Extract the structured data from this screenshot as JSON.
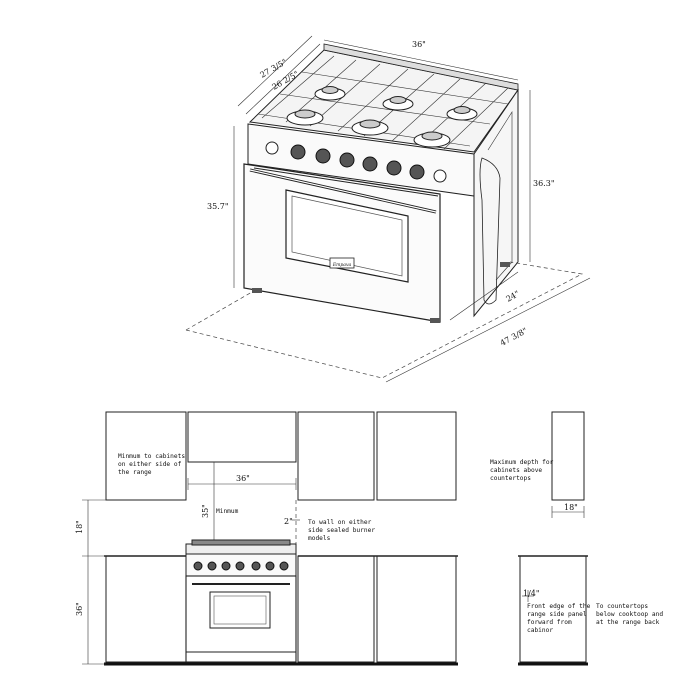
{
  "top_view": {
    "dim_width": "36\"",
    "dim_depth_outer": "27 3/5\"",
    "dim_depth_inner": "26 2/5\"",
    "dim_height_right": "36.3\"",
    "dim_height_left": "35.7\"",
    "dim_side_depth": "24\"",
    "dim_diagonal": "47 3/8\"",
    "brand": "Empava"
  },
  "bottom_left": {
    "dim_cabinet_gap": "36\"",
    "dim_clearance_min": "35\"",
    "label_min": "Minmum",
    "dim_side_wall": "2\"",
    "dim_upper_height": "18\"",
    "dim_counter_height": "36\"",
    "note_cabinets": [
      "Minmum to cabinets",
      "on either side of",
      "the range"
    ],
    "note_wall": [
      "To wall on either",
      "side sealed burner",
      "models"
    ]
  },
  "bottom_right": {
    "note_max_depth": [
      "Maximum depth for",
      "cabinets above",
      "countertops"
    ],
    "dim_upper_depth": "18\"",
    "dim_offset": "1/4\"",
    "note_front_edge": [
      "Front edge of the",
      "range side panel",
      "forward from",
      "cabinor"
    ],
    "note_countertops": [
      "To countertops",
      "below cooktoop and",
      "at the range back"
    ]
  }
}
